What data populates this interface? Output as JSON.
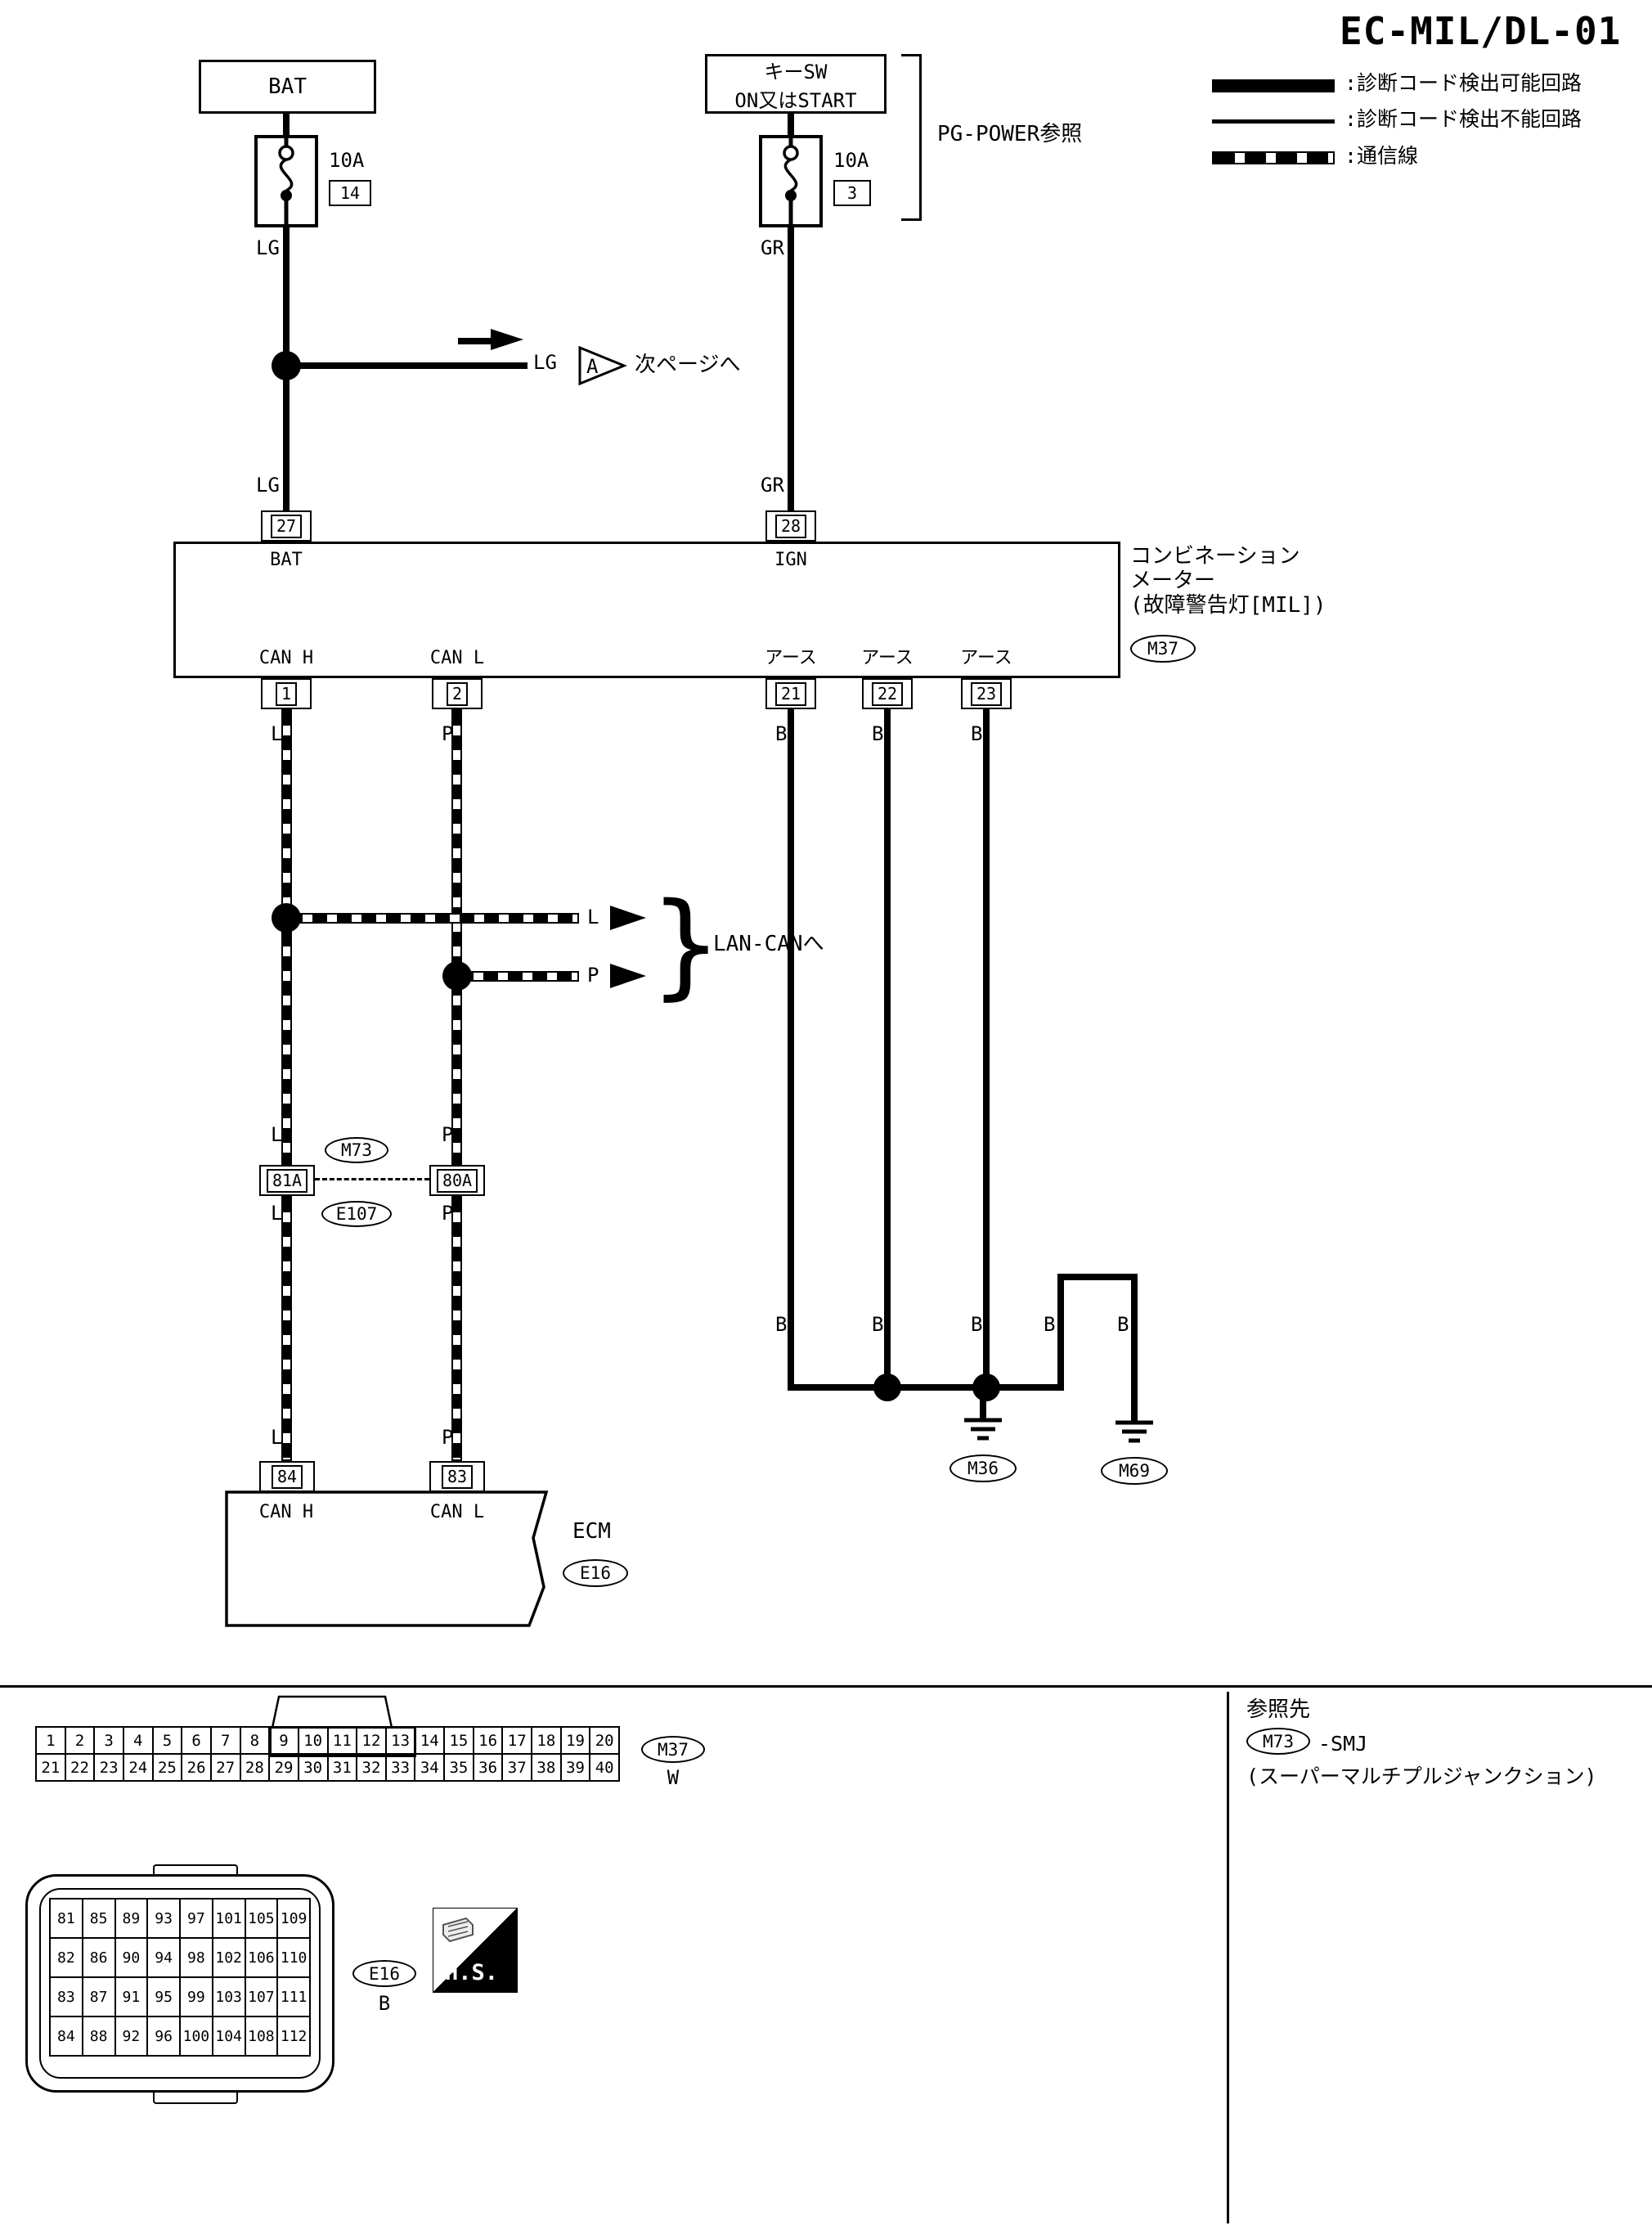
{
  "title": "EC-MIL/DL-01",
  "colors": {
    "line": "#000000",
    "background": "#ffffff"
  },
  "legend": [
    {
      "label": ":診断コード検出可能回路"
    },
    {
      "label": ":診断コード検出不能回路"
    },
    {
      "label": ":通信線"
    }
  ],
  "wires": {
    "lg": "LG",
    "gr": "GR",
    "l": "L",
    "p": "P",
    "b": "B"
  },
  "power": {
    "bat_label": "BAT",
    "bat_fuse_rating": "10A",
    "bat_fuse_no": "14",
    "keysw_line1": "キーSW",
    "keysw_line2": "ON又はSTART",
    "keysw_fuse_rating": "10A",
    "keysw_fuse_no": "3",
    "pg_ref": "PG-POWER参照"
  },
  "next_page": {
    "connector_letter": "A",
    "label": "次ページへ"
  },
  "meter": {
    "name_line1": "コンビネーション",
    "name_line2": "メーター",
    "name_line3": "(故障警告灯[MIL])",
    "connector": "M37",
    "pin_bat": "27",
    "pin_ign": "28",
    "pin_can_h": "1",
    "pin_can_l": "2",
    "pin_gnd1": "21",
    "pin_gnd2": "22",
    "pin_gnd3": "23",
    "label_bat": "BAT",
    "label_ign": "IGN",
    "label_can_h": "CAN H",
    "label_can_l": "CAN L",
    "label_gnd": "アース"
  },
  "lan_can": {
    "label": "LAN-CANへ"
  },
  "smj": {
    "oval_top": "M73",
    "oval_bottom": "E107",
    "pin_l": "81A",
    "pin_p": "80A"
  },
  "ecm": {
    "name": "ECM",
    "connector": "E16",
    "pin_can_h": "84",
    "pin_can_l": "83",
    "label_can_h": "CAN H",
    "label_can_l": "CAN L"
  },
  "grounds": {
    "gnd1": "M36",
    "gnd2": "M69"
  },
  "footer": {
    "m37": {
      "rows": [
        [
          "1",
          "2",
          "3",
          "4",
          "5",
          "6",
          "7",
          "8",
          "9",
          "10",
          "11",
          "12",
          "13",
          "14",
          "15",
          "16",
          "17",
          "18",
          "19",
          "20"
        ],
        [
          "21",
          "22",
          "23",
          "24",
          "25",
          "26",
          "27",
          "28",
          "29",
          "30",
          "31",
          "32",
          "33",
          "34",
          "35",
          "36",
          "37",
          "38",
          "39",
          "40"
        ]
      ],
      "connector": "M37",
      "color": "W"
    },
    "e16": {
      "rows": [
        [
          "81",
          "85",
          "89",
          "93",
          "97",
          "101",
          "105",
          "109"
        ],
        [
          "82",
          "86",
          "90",
          "94",
          "98",
          "102",
          "106",
          "110"
        ],
        [
          "83",
          "87",
          "91",
          "95",
          "99",
          "103",
          "107",
          "111"
        ],
        [
          "84",
          "88",
          "92",
          "96",
          "100",
          "104",
          "108",
          "112"
        ]
      ],
      "connector": "E16",
      "color": "B"
    },
    "hs_label": "H.S.",
    "ref": {
      "title": "参照先",
      "connector": "M73",
      "suffix": "-SMJ",
      "desc": "(スーパーマルチプルジャンクション)"
    }
  }
}
